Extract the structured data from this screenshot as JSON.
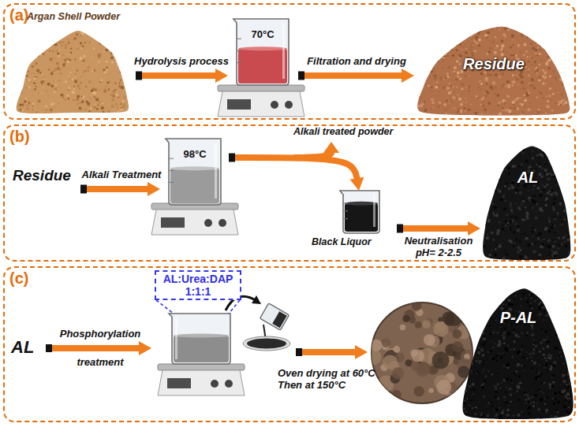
{
  "diagram": {
    "nodes": [
      {
        "text": [
          "(a)"
        ]
      },
      {
        "text": [
          "Argan Shell Powder"
        ],
        "in": 0
      },
      {
        "text": [
          "70°C"
        ],
        "in": 0
      },
      {
        "text": [
          "Residue"
        ],
        "in": 0
      },
      {
        "text": [
          "(b)"
        ]
      },
      {
        "text": [
          "Residue"
        ],
        "in": 4
      },
      {
        "text": [
          "98°C"
        ],
        "in": 4
      },
      {
        "text": [
          "Black Liquor"
        ],
        "in": 4
      },
      {
        "text": [
          "AL"
        ],
        "in": 4
      },
      {
        "text": [
          "(c)"
        ]
      },
      {
        "text": [
          "AL:Urea:DAP 1:1:1"
        ],
        "in": 9
      },
      {
        "text": [
          "P-AL"
        ],
        "in": 9
      }
    ],
    "edges": [
      {
        "from": 1,
        "to": 2,
        "arrow": "to",
        "label": "Hydrolysis process"
      },
      {
        "from": 2,
        "to": 3,
        "arrow": "to",
        "label": "Filtration and drying"
      },
      {
        "from": 5,
        "to": 6,
        "arrow": "to",
        "label": "Alkali Treatment"
      },
      {
        "from": 6,
        "to": 7,
        "arrow": "to"
      },
      {
        "from": 7,
        "to": 8,
        "arrow": "to",
        "label": "Neutralisation pH= 2-2.5"
      }
    ],
    "labels": [
      "Alkali treated powder",
      "AL",
      "Phosphorylation treatment",
      "Oven drying at 60°C Then at 150°C"
    ]
  }
}
